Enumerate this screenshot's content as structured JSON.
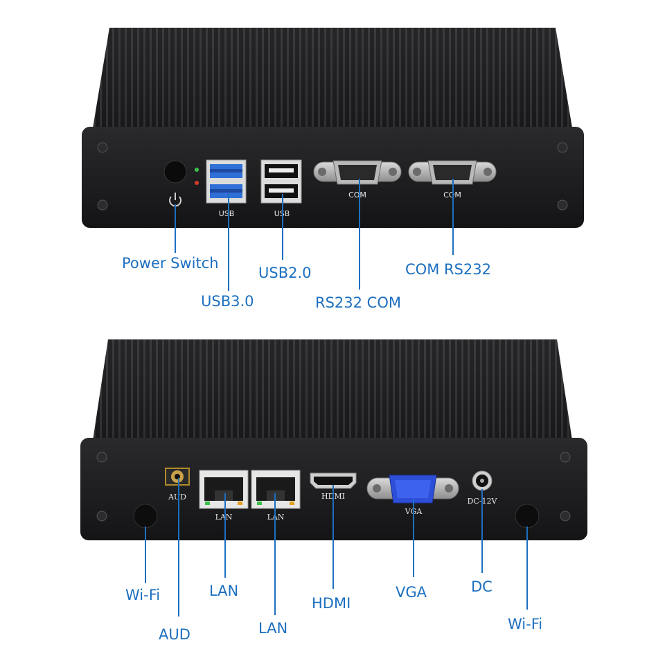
{
  "front_panel": {
    "port_labels": {
      "usb3": "USB",
      "usb2": "USB",
      "com1": "COM",
      "com2": "COM"
    },
    "callouts": {
      "power_switch": "Power Switch",
      "usb3": "USB3.0",
      "usb2": "USB2.0",
      "rs232_com": "RS232 COM",
      "com_rs232": "COM RS232"
    }
  },
  "rear_panel": {
    "port_labels": {
      "aud": "AUD",
      "lan1": "LAN",
      "lan2": "LAN",
      "hdmi": "HDMI",
      "vga": "VGA",
      "dc": "DC-12V"
    },
    "callouts": {
      "wifi_left": "Wi-Fi",
      "aud": "AUD",
      "lan1": "LAN",
      "lan2": "LAN",
      "hdmi": "HDMI",
      "vga": "VGA",
      "dc": "DC",
      "wifi_right": "Wi-Fi"
    }
  },
  "colors": {
    "callout": "#1c6fc0",
    "chassis": "#1b1b1d",
    "usb3_blue": "#2f6fd6",
    "vga_blue": "#2d4fd8",
    "led_green": "#3bbf4a",
    "led_red": "#d83a2a"
  }
}
